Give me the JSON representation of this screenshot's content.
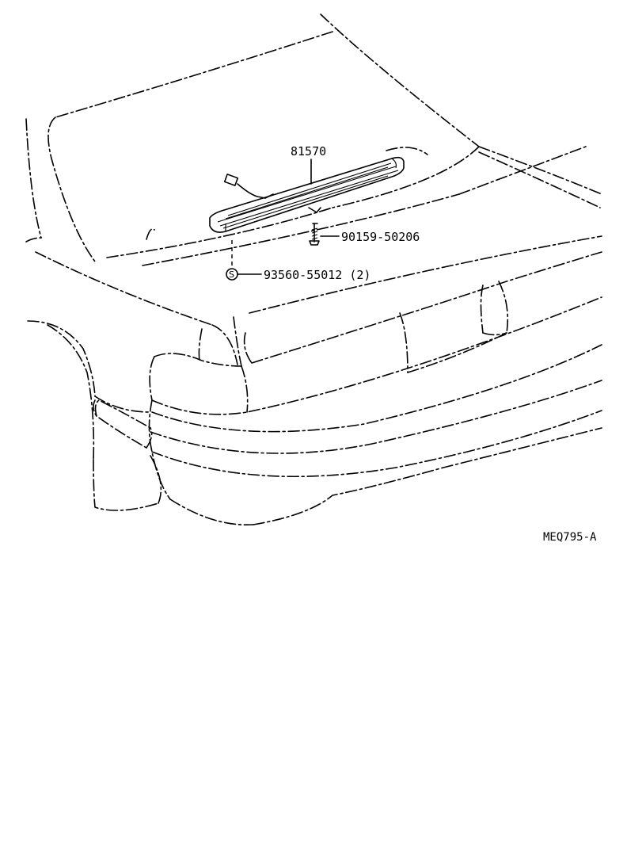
{
  "callouts": {
    "lamp_part": "81570",
    "screw_part": "90159-50206",
    "nut_symbol": "S",
    "nut_part": "93560-55012 (2)"
  },
  "figure_code": "MEQ795-A"
}
